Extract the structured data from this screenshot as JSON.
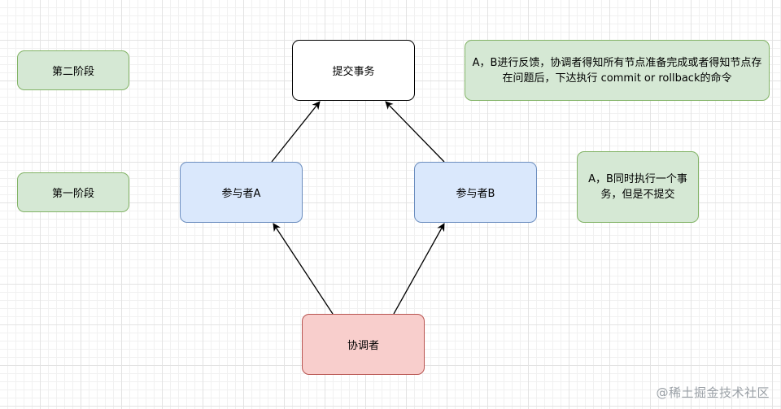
{
  "phases": {
    "phase2": "第二阶段",
    "phase1": "第一阶段"
  },
  "nodes": {
    "commit": "提交事务",
    "participant_a": "参与者A",
    "participant_b": "参与者B",
    "coordinator": "协调者"
  },
  "notes": {
    "phase2_note": "A，B进行反馈，协调者得知所有节点准备完成或者得知节点存在问题后，下达执行 commit or rollback的命令",
    "phase1_note": "A，B同时执行一个事务，但是不提交"
  },
  "watermark": "@稀土掘金技术社区",
  "colors": {
    "green_fill": "#d5e8d4",
    "green_border": "#82b366",
    "blue_fill": "#dae8fc",
    "blue_border": "#6c8ebf",
    "red_fill": "#f8cecc",
    "red_border": "#b85450"
  }
}
